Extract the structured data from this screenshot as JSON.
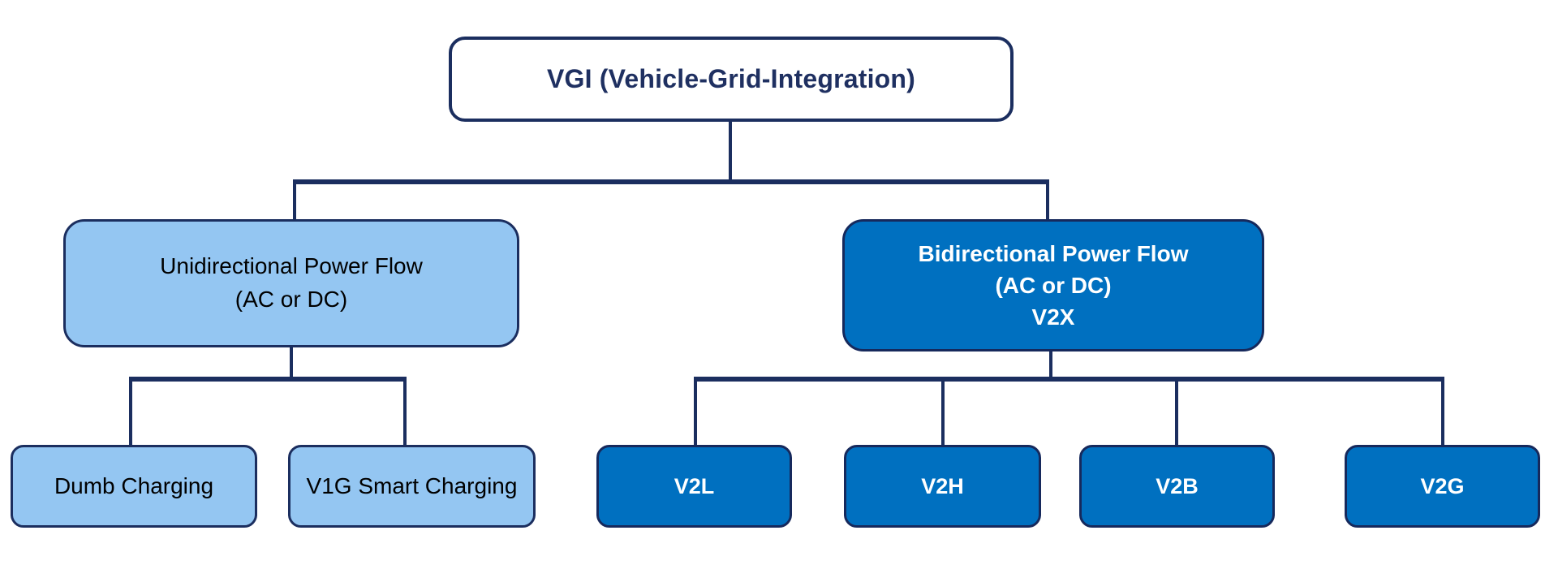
{
  "diagram": {
    "root_label": "VGI (Vehicle-Grid-Integration)",
    "branches": [
      {
        "name": "unidirectional-power-flow",
        "lines": [
          "Unidirectional Power Flow",
          "(AC or DC)"
        ],
        "children": [
          "Dumb Charging",
          "V1G Smart Charging"
        ]
      },
      {
        "name": "bidirectional-power-flow",
        "lines": [
          "Bidirectional Power Flow",
          "(AC or DC)",
          "V2X"
        ],
        "children": [
          "V2L",
          "V2H",
          "V2B",
          "V2G"
        ]
      }
    ],
    "colors": {
      "connector_line": "#1b2e5f",
      "root_fill": "#ffffff",
      "root_text": "#1f3061",
      "light_box_fill": "#94c6f2",
      "light_box_text": "#000000",
      "dark_box_fill": "#0070c0",
      "dark_box_text": "#ffffff",
      "box_border": "#1b2e5f"
    }
  }
}
